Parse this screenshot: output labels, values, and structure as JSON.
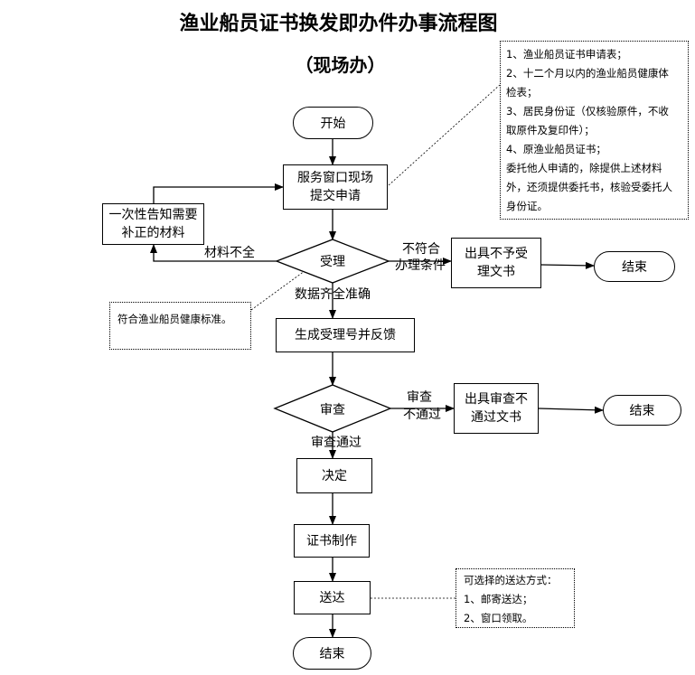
{
  "title": "渔业船员证书换发即办件办事流程图",
  "subtitle": "（现场办）",
  "nodes": {
    "start": "开始",
    "submit": "服务窗口现场提交申请",
    "notify": "一次性告知需要补正的材料",
    "accept": "受理",
    "reject_doc": "出具不予受理文书",
    "end1": "结束",
    "generate": "生成受理号并反馈",
    "review": "审查",
    "fail_doc": "出具审查不通过文书",
    "end2": "结束",
    "decide": "决定",
    "make": "证书制作",
    "deliver": "送达",
    "end3": "结束"
  },
  "labels": {
    "incomplete": "材料不全",
    "not_meet_1": "不符合",
    "not_meet_2": "办理条件",
    "complete": "数据齐全准确",
    "review_fail_1": "审查",
    "review_fail_2": "不通过",
    "review_pass": "审查通过"
  },
  "notes": {
    "materials": [
      "1、渔业船员证书申请表；",
      "2、十二个月以内的渔业船员健康体",
      "检表；",
      "3、居民身份证（仅核验原件，不收",
      "取原件及复印件）；",
      "4、原渔业船员证书；",
      "委托他人申请的，除提供上述材料",
      "外，还须提供委托书，核验受委托人",
      "身份证。"
    ],
    "health": "符合渔业船员健康标准。",
    "delivery": [
      "可选择的送达方式：",
      "1、邮寄送达；",
      "2、窗口领取。"
    ]
  }
}
